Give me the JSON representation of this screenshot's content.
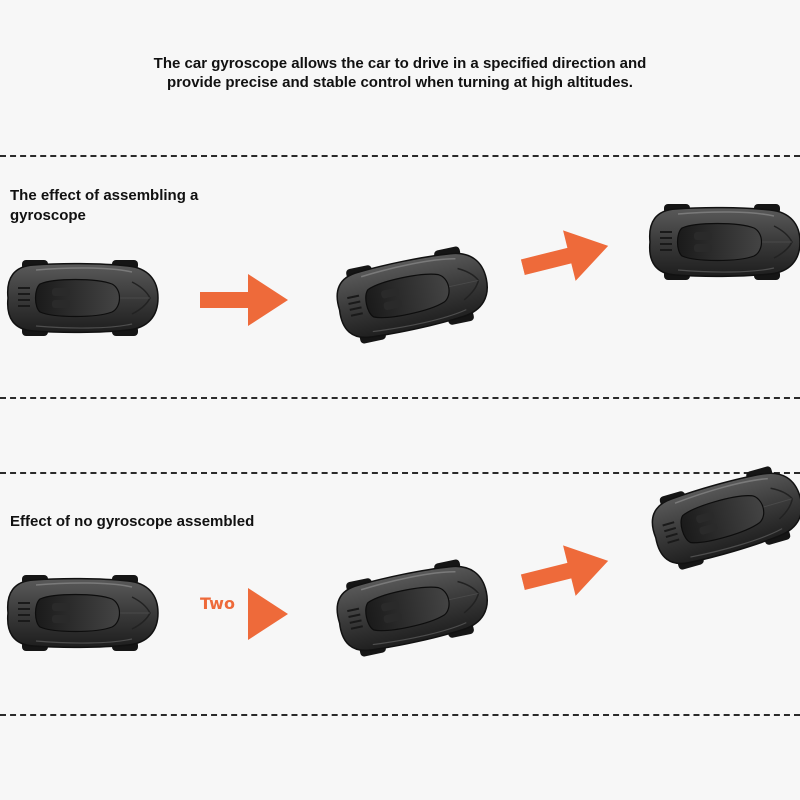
{
  "header": {
    "caption_line1": "The car gyroscope allows the car to drive in a specified direction and",
    "caption_line2": "provide precise and stable control when turning at high altitudes."
  },
  "sections": [
    {
      "label_line1": "The effect of assembling a",
      "label_line2": "gyroscope"
    },
    {
      "label_line1": "Effect of no gyroscope assembled"
    }
  ],
  "arrow_note": "Two",
  "colors": {
    "accent": "#ee6a3a",
    "car_body": "#3a3a3a",
    "background": "#f7f7f7",
    "divider": "#2a2a2a"
  }
}
